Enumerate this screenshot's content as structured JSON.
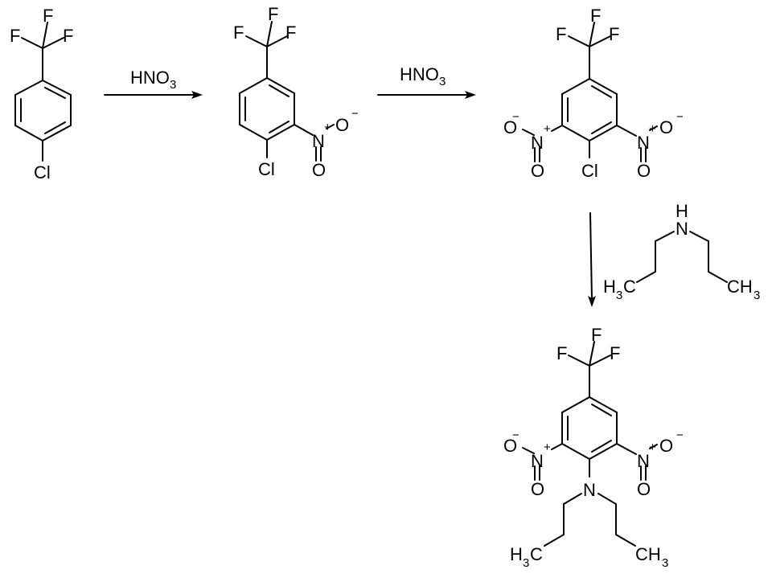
{
  "diagram": {
    "type": "reaction-scheme",
    "title": "",
    "steps": [
      {
        "reagent": "HNO",
        "reagent_sub": "3",
        "direction": "right"
      },
      {
        "reagent": "HNO",
        "reagent_sub": "3",
        "direction": "right"
      },
      {
        "reagent_structure": "dipropylamine",
        "direction": "down"
      }
    ],
    "molecules": [
      {
        "name": "4-chlorobenzotrifluoride",
        "labels": {
          "f1": "F",
          "f2": "F",
          "f3": "F",
          "cl": "Cl"
        }
      },
      {
        "name": "4-chloro-3-nitrobenzotrifluoride",
        "labels": {
          "f1": "F",
          "f2": "F",
          "f3": "F",
          "cl": "Cl",
          "n": "N",
          "n_charge": "+",
          "o1": "O",
          "o1_charge": "−",
          "o2": "O"
        }
      },
      {
        "name": "4-chloro-3,5-dinitrobenzotrifluoride",
        "labels": {
          "f1": "F",
          "f2": "F",
          "f3": "F",
          "cl": "Cl",
          "n": "N",
          "n_charge": "+",
          "o": "O",
          "o_charge": "−"
        }
      },
      {
        "name": "dipropylamine",
        "labels": {
          "n": "N",
          "h": "H",
          "h3c": "H",
          "c": "C",
          "ch3": "CH",
          "three": "3"
        }
      },
      {
        "name": "trifluralin",
        "labels": {
          "f": "F",
          "n": "N",
          "n_charge": "+",
          "o": "O",
          "o_charge": "−",
          "h": "H",
          "c": "C",
          "ch": "CH",
          "three": "3"
        }
      }
    ]
  }
}
